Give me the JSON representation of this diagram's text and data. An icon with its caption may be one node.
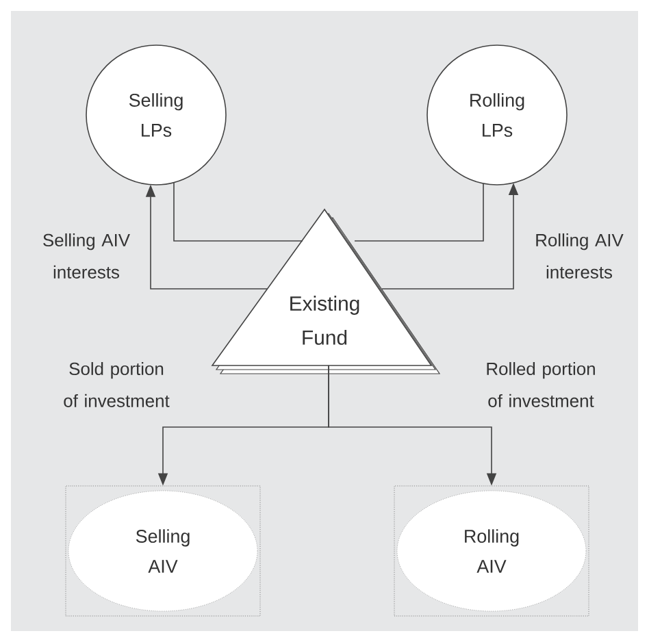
{
  "diagram": {
    "nodes": [
      {
        "text": [
          "Selling LPs"
        ]
      },
      {
        "text": [
          "Rolling LPs"
        ]
      },
      {
        "text": [
          "Existing Fund"
        ]
      },
      {
        "text": [],
        "shape": "box"
      },
      {
        "text": [
          "Selling AIV"
        ],
        "in": 3
      },
      {
        "text": [],
        "shape": "box"
      },
      {
        "text": [
          "Rolling AIV"
        ],
        "in": 5
      }
    ],
    "edges": [
      {
        "from": 0,
        "to": 2,
        "arrow": "none"
      },
      {
        "from": 1,
        "to": 2,
        "arrow": "none"
      },
      {
        "from": 2,
        "to": 0,
        "arrow": "to",
        "label": "Selling AIV interests"
      },
      {
        "from": 2,
        "to": 1,
        "arrow": "to",
        "label": "Rolling AIV interests"
      },
      {
        "from": 2,
        "to": 3,
        "arrow": "to",
        "label": "Sold portion of investment"
      },
      {
        "from": 2,
        "to": 5,
        "arrow": "to",
        "label": "Rolled portion of investment"
      }
    ]
  }
}
